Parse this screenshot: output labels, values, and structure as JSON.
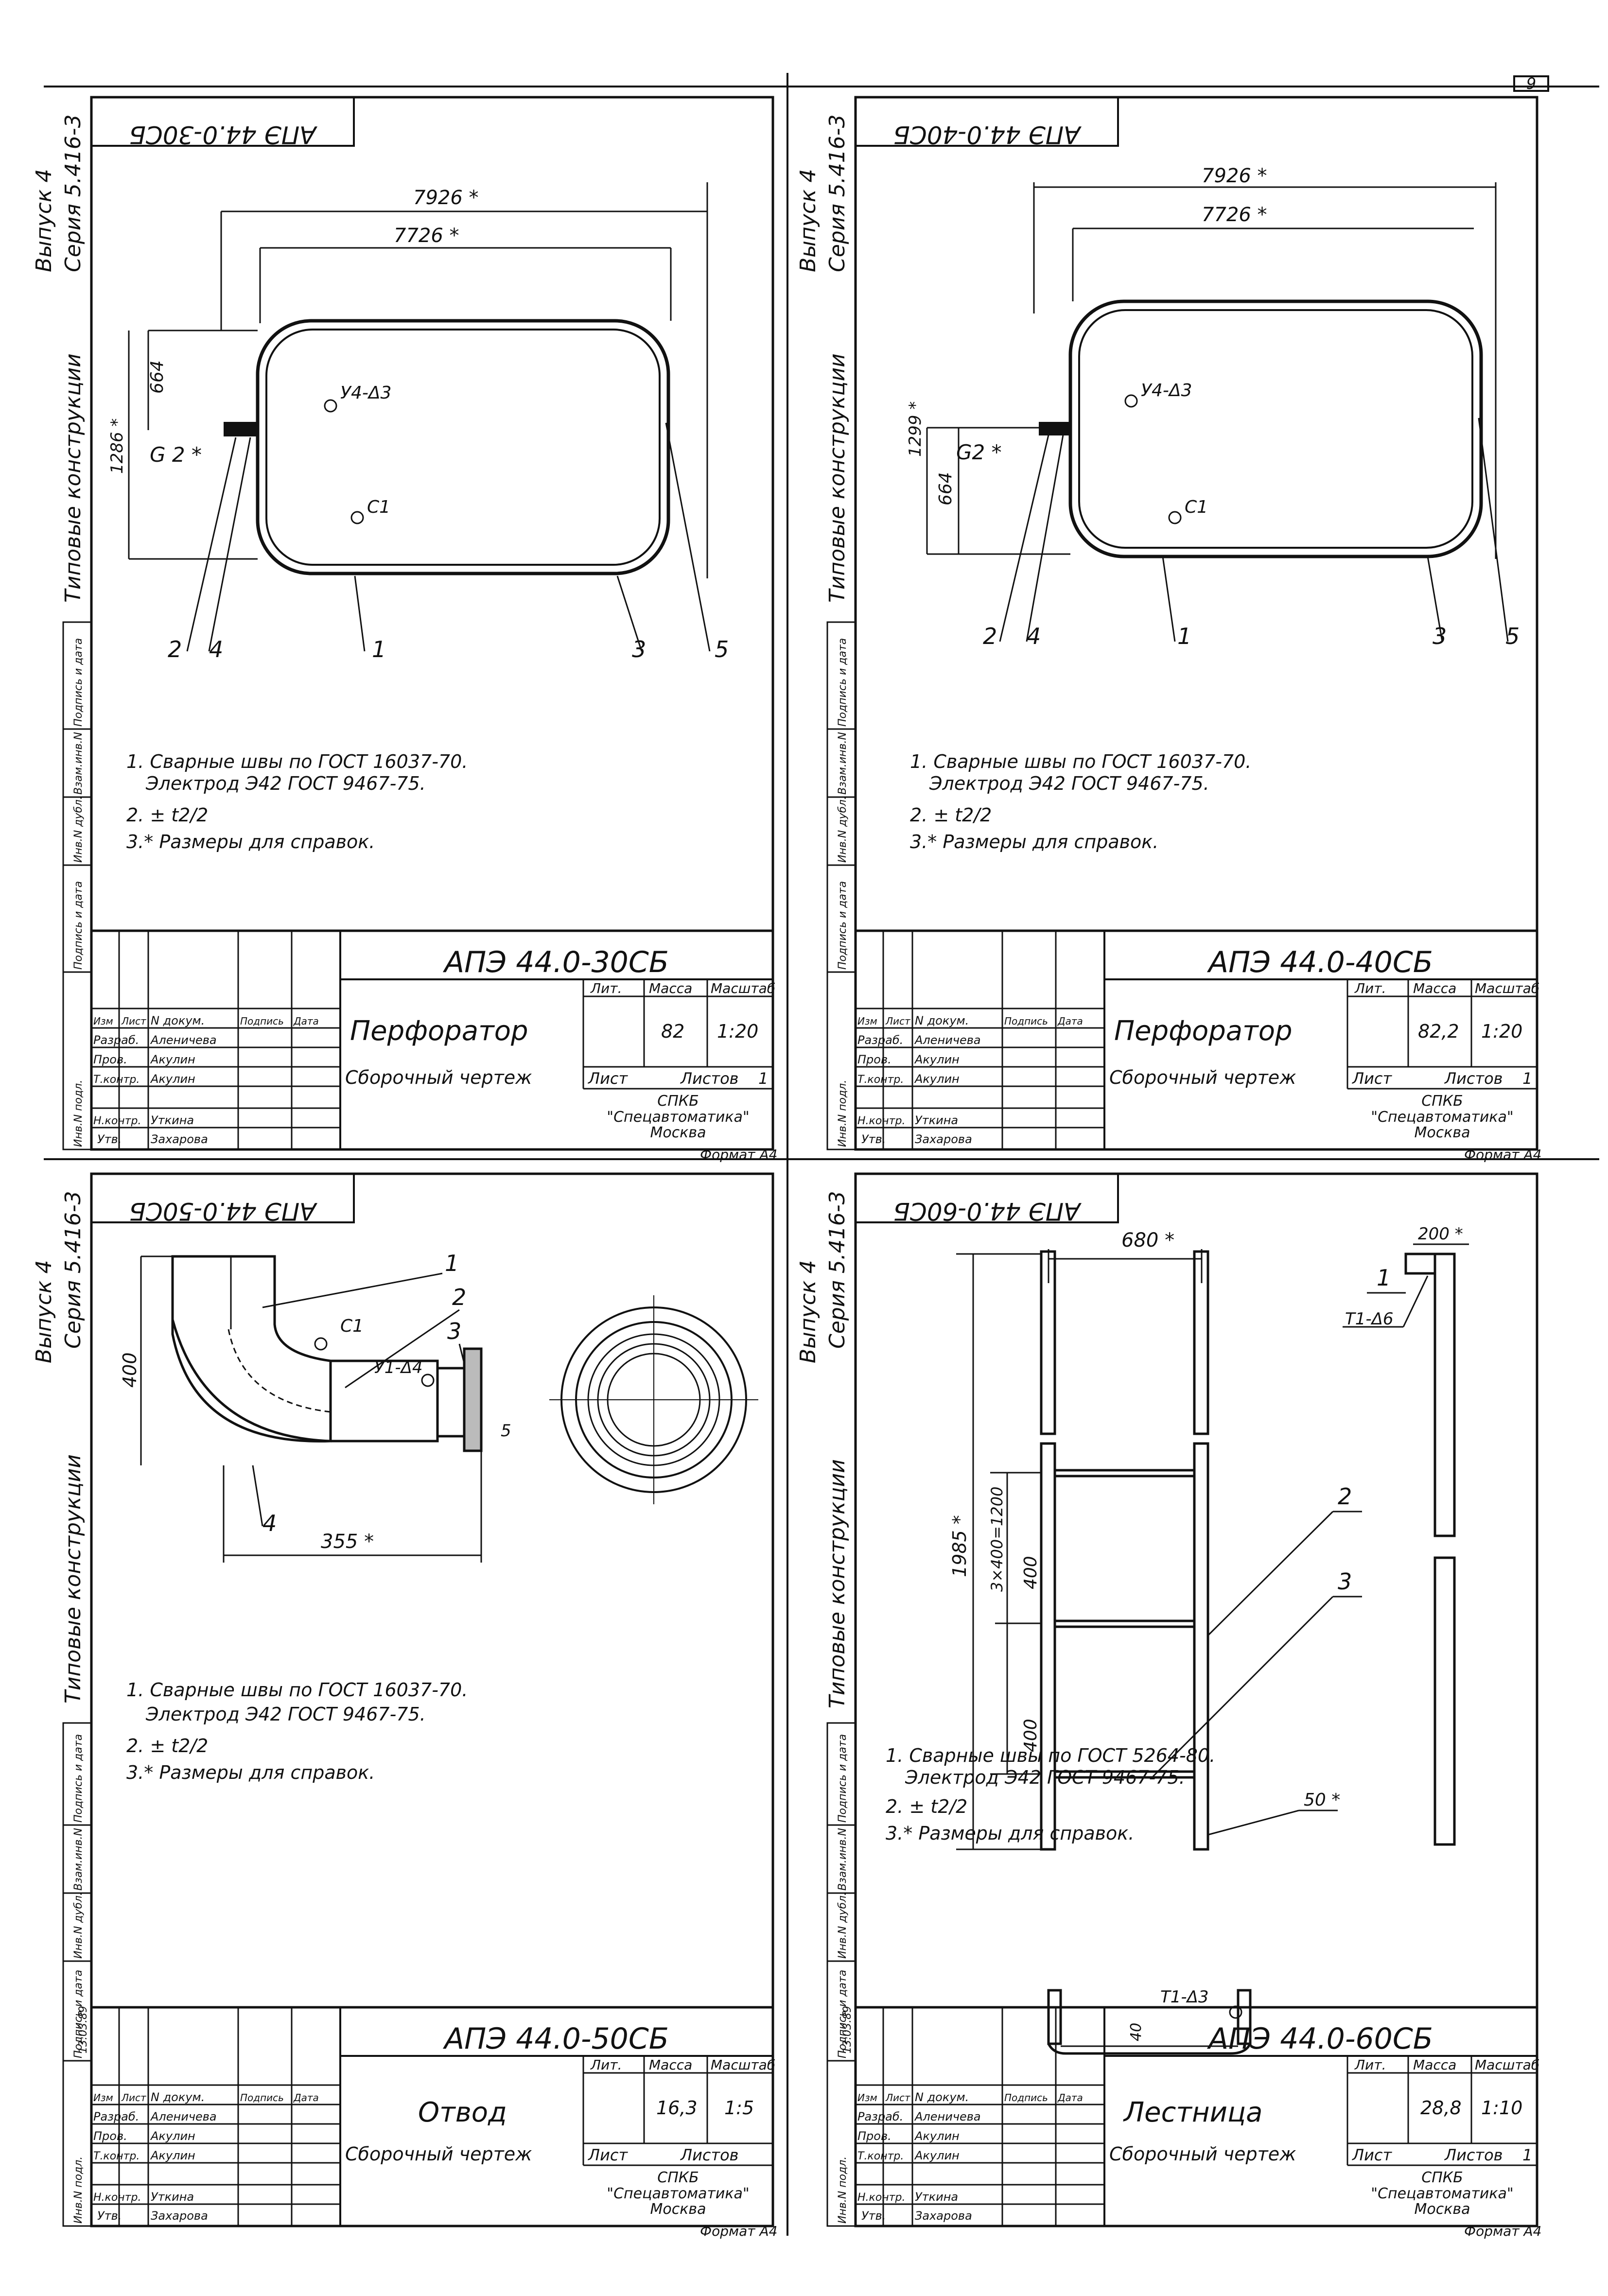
{
  "page_number": "9",
  "common": {
    "vypusk": "Выпуск 4",
    "seriya": "Серия 5.416-3",
    "side_title": "Типовые конструкции",
    "stamp_boxes": [
      "Подпись и дата",
      "Взам.инв.N",
      "Инв.N дубл.",
      "Подпись и дата",
      "Инв.N подл."
    ],
    "tb_head": [
      "Изм",
      "Лист",
      "N докум.",
      "Подпись",
      "Дата"
    ],
    "tb_roles": [
      "Разраб.",
      "Пров.",
      "Т.контр.",
      "",
      "Н.контр.",
      "Утв."
    ],
    "tb_names": [
      "Аленичева",
      "Акулин",
      "Акулин",
      "",
      "Уткина",
      "Захарова"
    ],
    "lit": "Лит.",
    "massa": "Масса",
    "masshtab": "Масштаб",
    "list_label": "Лист",
    "listov_label": "Листов",
    "org1": "СПКБ",
    "org2": "\"Спецавтоматика\"",
    "org3": "Москва",
    "format": "Формат А4",
    "sborochny": "Сборочный чертеж",
    "note_welds_a": "1. Сварные швы по ГОСТ 16037-70.",
    "note_welds_b": "1. Сварные швы по ГОСТ 5264-80.",
    "note_electrode": "Электрод Э42 ГОСТ 9467-75.",
    "note_tol": "2. ± t2/2",
    "note_ref": "3.* Размеры для справок."
  },
  "sheets": [
    {
      "id": "АПЭ 44.0-30СБ",
      "mirror": "АПЭ 44.0-30СБ",
      "name": "Перфоратор",
      "mass": "82",
      "scale": "1:20",
      "listov": "1",
      "dims": {
        "d1": "7926 *",
        "d2": "7726 *",
        "d3": "664",
        "d4": "1286 *",
        "weld_main": "У4-Δ3",
        "weld_g": "G 2 *",
        "c1": "С1"
      },
      "pos": [
        "2",
        "4",
        "1",
        "3",
        "5"
      ]
    },
    {
      "id": "АПЭ 44.0-40СБ",
      "mirror": "АПЭ 44.0-40СБ",
      "name": "Перфоратор",
      "mass": "82,2",
      "scale": "1:20",
      "listov": "1",
      "dims": {
        "d1": "7926 *",
        "d2": "7726 *",
        "d3": "664",
        "d4": "1299 *",
        "weld_main": "У4-Δ3",
        "weld_g": "G2 *",
        "c1": "С1"
      },
      "pos": [
        "2",
        "4",
        "1",
        "3",
        "5"
      ]
    },
    {
      "id": "АПЭ 44.0-50СБ",
      "mirror": "АПЭ 44.0-50СБ",
      "name": "Отвод",
      "mass": "16,3",
      "scale": "1:5",
      "listov": "",
      "dims": {
        "h": "400",
        "w": "355 *",
        "weld1": "С1",
        "weld2": "У1-Δ4",
        "s": "5"
      },
      "pos": [
        "1",
        "2",
        "3",
        "4"
      ]
    },
    {
      "id": "АПЭ 44.0-60СБ",
      "mirror": "АПЭ 44.0-60СБ",
      "name": "Лестница",
      "mass": "28,8",
      "scale": "1:10",
      "listov": "1",
      "dims": {
        "w": "680 *",
        "h": "1985 *",
        "pitch": "3×400=1200",
        "h400a": "400",
        "h400b": "400",
        "side": "200 *",
        "weld_t": "Т1-Δ6",
        "weld_b": "Т1-Δ3",
        "d50": "50 *",
        "d40": "40"
      },
      "pos": [
        "1",
        "2",
        "3"
      ]
    }
  ],
  "stamp_date": "13.03.89"
}
